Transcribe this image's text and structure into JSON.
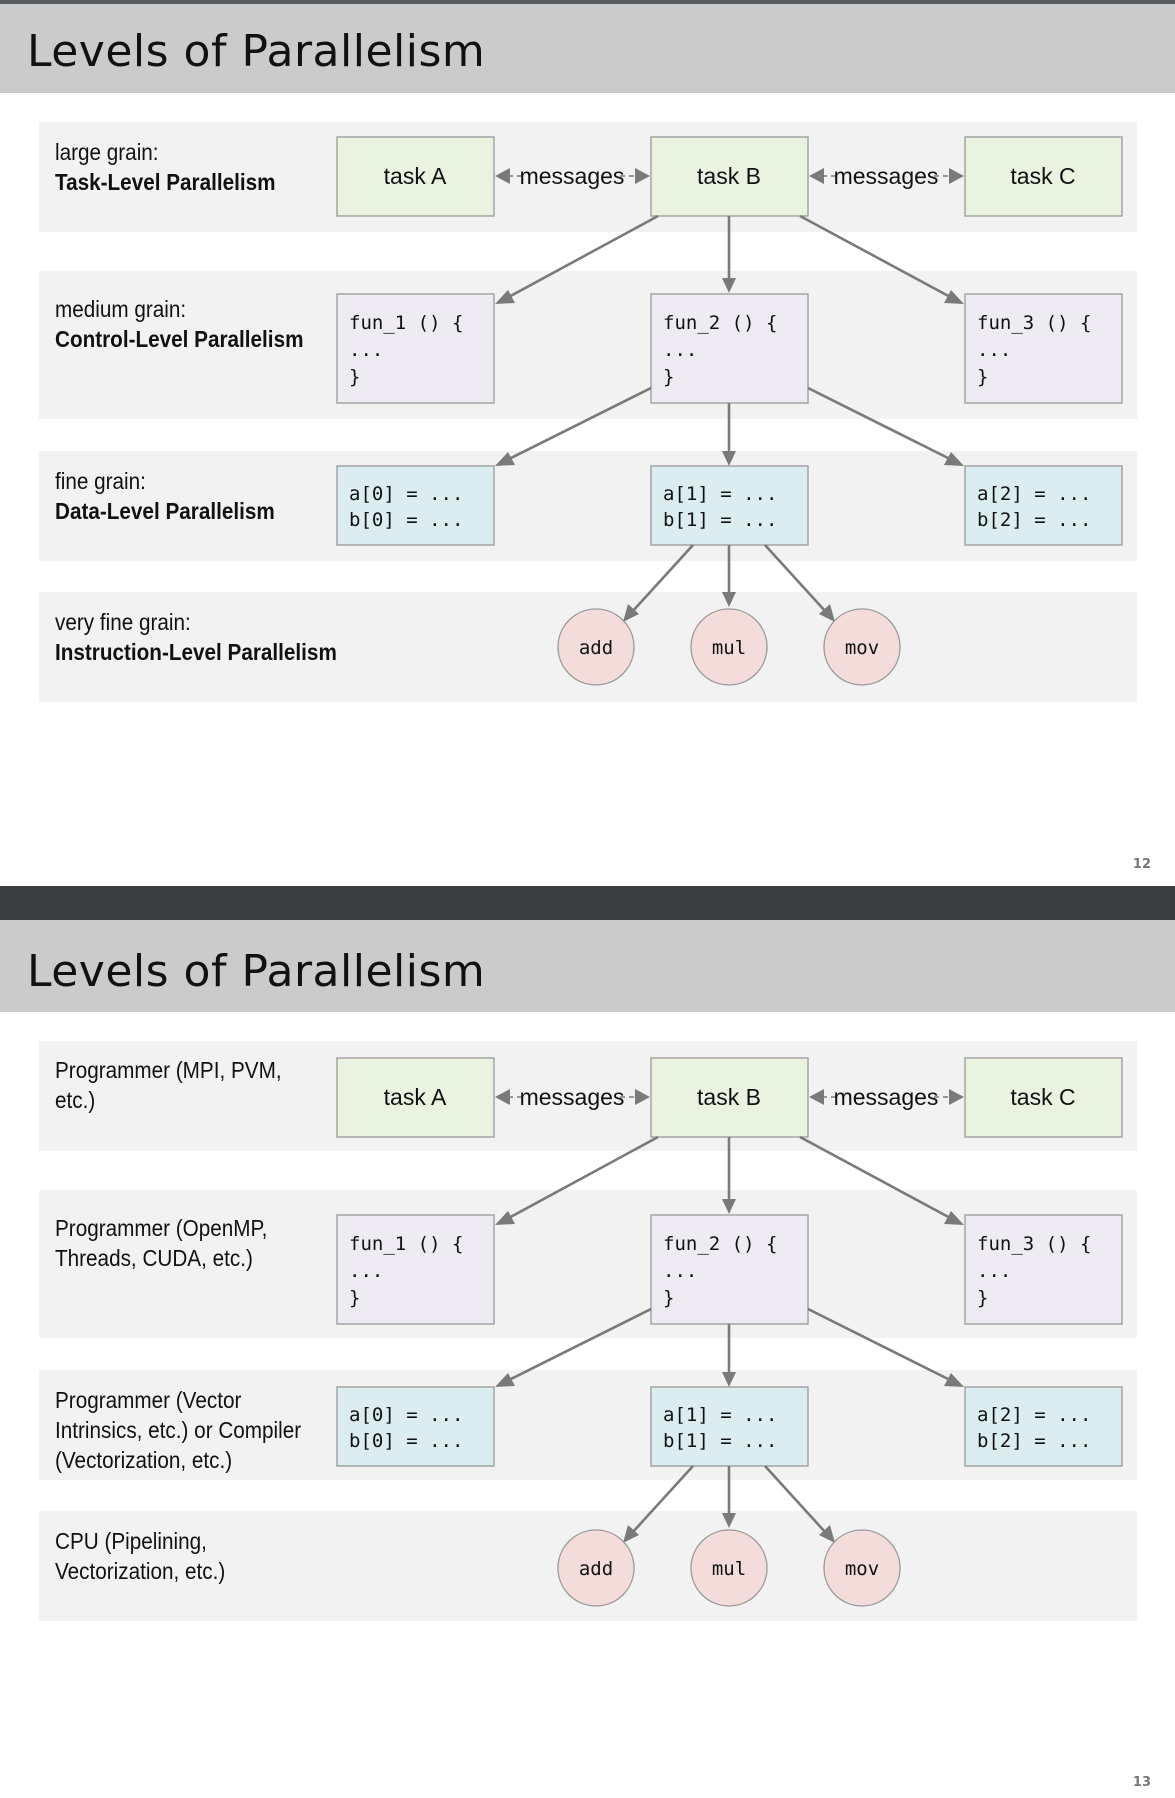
{
  "slides": [
    {
      "title": "Levels of Parallelism",
      "levels": [
        {
          "line1": "large grain:",
          "line2": "Task-Level Parallelism"
        },
        {
          "line1": "medium grain:",
          "line2": "Control-Level Parallelism"
        },
        {
          "line1": "fine grain:",
          "line2": "Data-Level Parallelism"
        },
        {
          "line1": "very fine grain:",
          "line2": "Instruction-Level Parallelism"
        }
      ],
      "page_number": "12"
    },
    {
      "title": "Levels of Parallelism",
      "levels": [
        {
          "line1": "Programmer (MPI, PVM,",
          "line2": "etc.)"
        },
        {
          "line1": "Programmer (OpenMP,",
          "line2": "Threads, CUDA, etc.)"
        },
        {
          "line1": "Programmer (Vector",
          "line2": "Intrinsics, etc.) or Compiler",
          "line3": "(Vectorization, etc.)"
        },
        {
          "line1": "CPU (Pipelining,",
          "line2": "Vectorization, etc.)"
        }
      ],
      "page_number": "13"
    }
  ],
  "diagram": {
    "tasks": [
      "task A",
      "task B",
      "task C"
    ],
    "message_label": "messages",
    "functions": [
      {
        "head": "fun_1 () {",
        "body": "...",
        "tail": "}"
      },
      {
        "head": "fun_2 () {",
        "body": "...",
        "tail": "}"
      },
      {
        "head": "fun_3 () {",
        "body": "...",
        "tail": "}"
      }
    ],
    "data_ops": [
      {
        "a": "a[0] = ...",
        "b": "b[0] = ..."
      },
      {
        "a": "a[1] = ...",
        "b": "b[1] = ..."
      },
      {
        "a": "a[2] = ...",
        "b": "b[2] = ..."
      }
    ],
    "instructions": [
      "add",
      "mul",
      "mov"
    ],
    "colors": {
      "task": "#eaf2e0",
      "function": "#eeebf2",
      "data": "#dcedf2",
      "instruction": "#f3dcda",
      "band": "#f2f2f2",
      "arrow": "#7a7a7a"
    }
  }
}
